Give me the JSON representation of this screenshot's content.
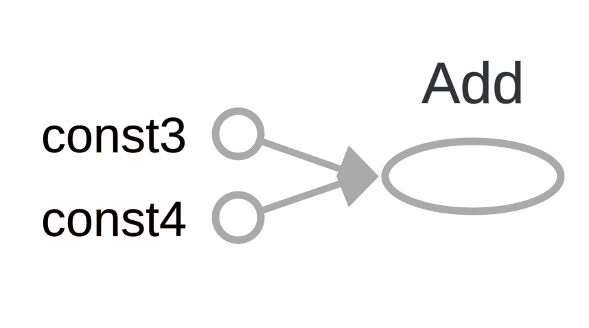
{
  "graph": {
    "inputs": [
      {
        "label": "const3"
      },
      {
        "label": "const4"
      }
    ],
    "operation": {
      "label": "Add"
    }
  },
  "colors": {
    "edge": "#aaaaaa",
    "node_stroke": "#aaaaaa",
    "text": "#000000",
    "op_text": "#333333"
  },
  "icons": {
    "input_node": "circle",
    "operation_node": "ellipse",
    "arrowhead": "triangle"
  }
}
